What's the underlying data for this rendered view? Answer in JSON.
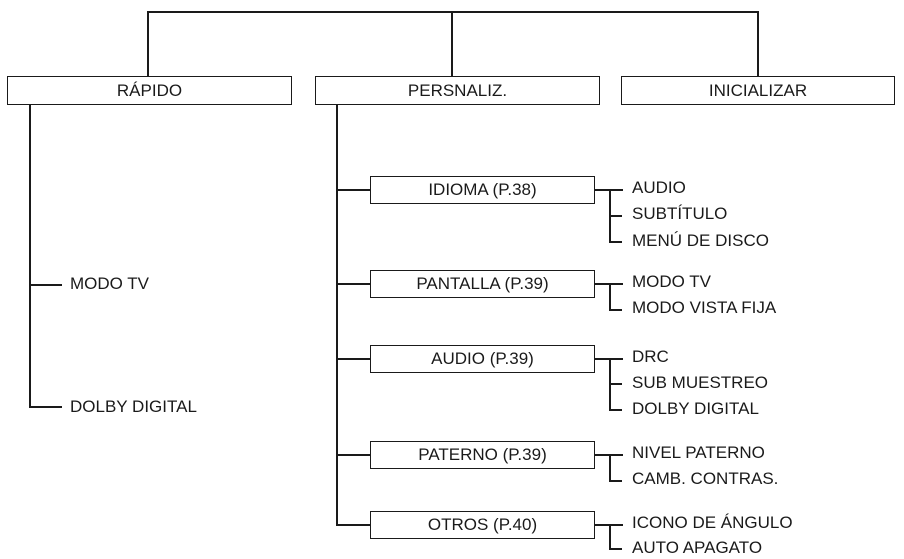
{
  "top": {
    "rapido": "RÁPIDO",
    "personaliz": "PERSNALIZ.",
    "inicializar": "INICIALIZAR"
  },
  "rapido_items": [
    "MODO TV",
    "DOLBY DIGITAL"
  ],
  "sections": [
    {
      "label": "IDIOMA (P.38)",
      "items": [
        "AUDIO",
        "SUBTÍTULO",
        "MENÚ DE DISCO"
      ]
    },
    {
      "label": "PANTALLA (P.39)",
      "items": [
        "MODO TV",
        "MODO VISTA FIJA"
      ]
    },
    {
      "label": "AUDIO (P.39)",
      "items": [
        "DRC",
        "SUB MUESTREO",
        "DOLBY DIGITAL"
      ]
    },
    {
      "label": "PATERNO (P.39)",
      "items": [
        "NIVEL PATERNO",
        "CAMB. CONTRAS."
      ]
    },
    {
      "label": "OTROS (P.40)",
      "items": [
        "ICONO DE ÁNGULO",
        "AUTO APAGATO"
      ]
    }
  ]
}
